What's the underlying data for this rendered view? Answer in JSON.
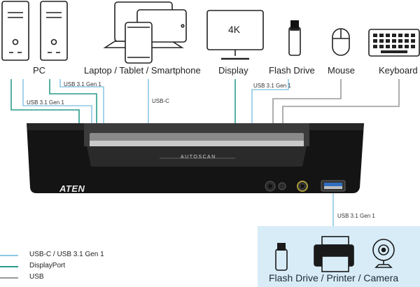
{
  "devices": {
    "pc": "PC",
    "laptop_tablet_smartphone": "Laptop / Tablet / Smartphone",
    "display": "Display",
    "flash_drive": "Flash Drive",
    "mouse": "Mouse",
    "keyboard": "Keyboard"
  },
  "monitor_text": "4K",
  "cables": {
    "pc1_label": "USB 3.1 Gen 1",
    "pc2_label": "USB 3.1 Gen 1",
    "laptop_label": "USB-C",
    "flash_label": "USB 3.1 Gen 1",
    "front_label": "USB 3.1 Gen 1"
  },
  "switch": {
    "brand": "ATEN",
    "autoscan": "AUTOSCAN"
  },
  "legend": [
    {
      "label": "USB-C / USB 3.1 Gen 1",
      "color": "#8ec8e6"
    },
    {
      "label": "DisplayPort",
      "color": "#2a9c8a"
    },
    {
      "label": "USB",
      "color": "#9a9a9a"
    }
  ],
  "front_devices_label": "Flash Drive / Printer / Camera",
  "colors": {
    "usb_c": "#8ec8e6",
    "displayport": "#2a9c8a",
    "usb": "#9a9a9a",
    "panel": "#d7ecf7"
  }
}
